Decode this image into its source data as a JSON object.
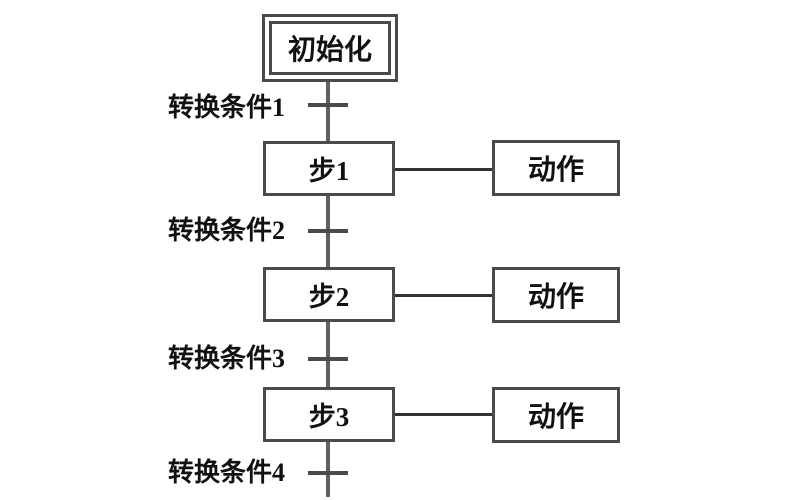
{
  "diagram": {
    "type": "sequential-function-chart",
    "init_step": {
      "label": "初始化"
    },
    "steps": [
      {
        "label": "步1",
        "action": "动作"
      },
      {
        "label": "步2",
        "action": "动作"
      },
      {
        "label": "步3",
        "action": "动作"
      }
    ],
    "transitions": [
      {
        "label": "转换条件1"
      },
      {
        "label": "转换条件2"
      },
      {
        "label": "转换条件3"
      },
      {
        "label": "转换条件4"
      }
    ]
  },
  "colors": {
    "border_line": "#4a4a4a",
    "flow_line": "#616161",
    "text": "#111111",
    "background": "#ffffff"
  }
}
